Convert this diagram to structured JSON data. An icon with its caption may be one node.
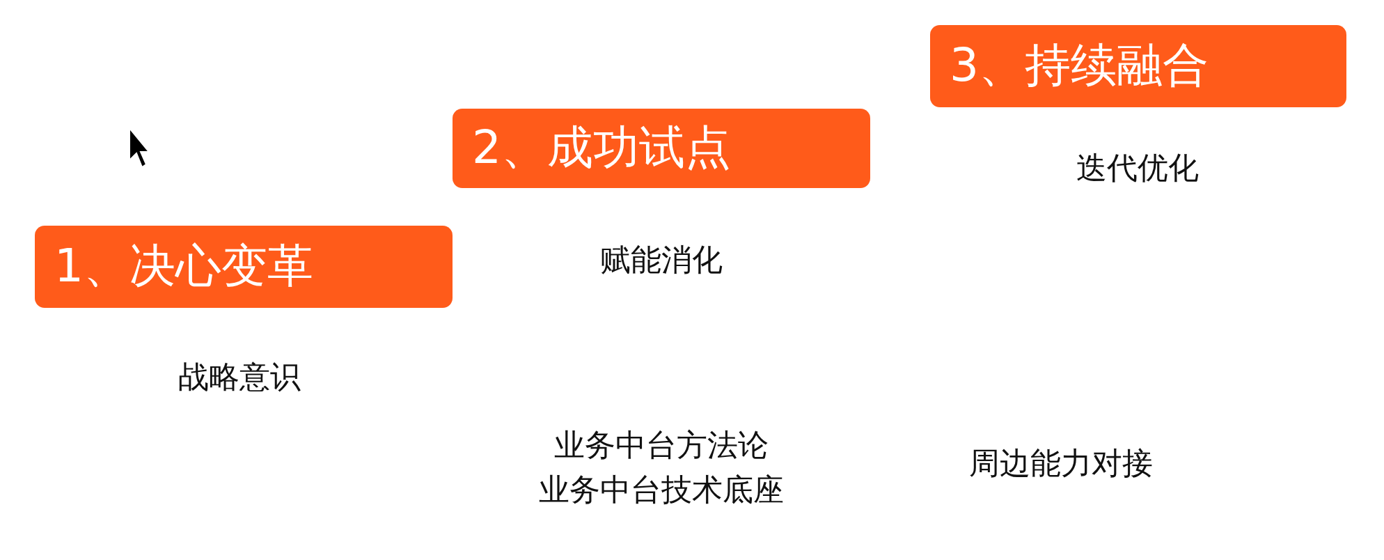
{
  "diagram": {
    "nodes": [
      {
        "text": [
          "1、决心变革"
        ]
      },
      {
        "text": [
          "2、成功试点"
        ]
      },
      {
        "text": [
          "3、持续融合"
        ]
      }
    ],
    "labels": [
      "迭代优化",
      "赋能消化",
      "战略意识",
      "业务中台方法论",
      "业务中台技术底座",
      "周边能力对接"
    ]
  }
}
